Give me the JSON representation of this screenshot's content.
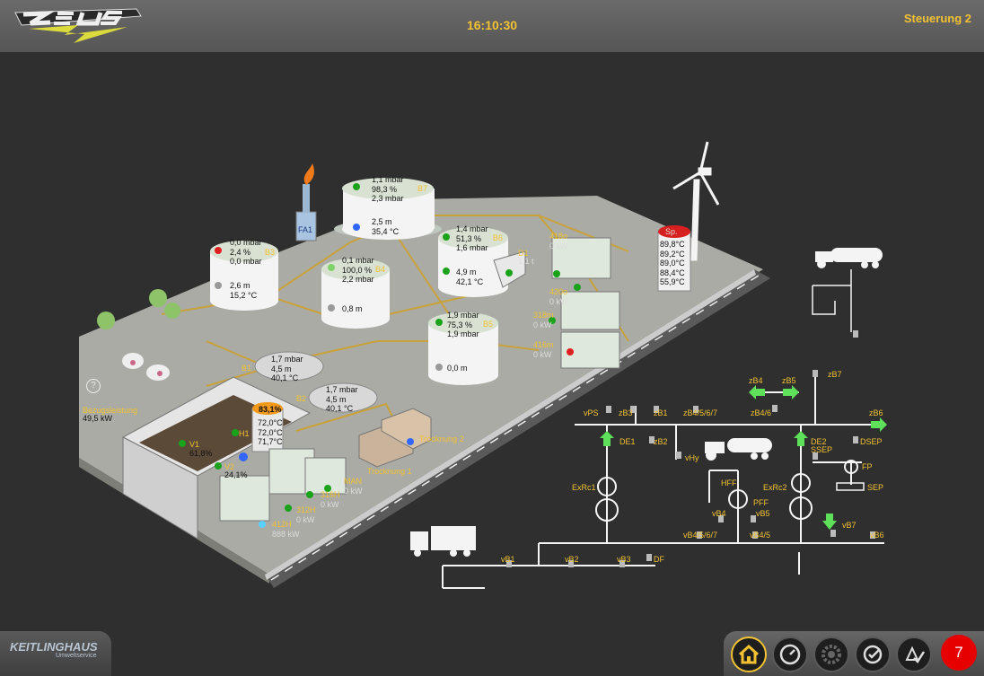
{
  "header": {
    "time": "16:10:30",
    "title": "Steuerung 2"
  },
  "brand": {
    "name": "KEITLINGHAUS",
    "sub": "Umweltservice"
  },
  "alarm_count": "7",
  "tanks": {
    "B7": {
      "name": "B7",
      "l1": "1,1 mbar",
      "l2": "98,3 %",
      "l3": "2,3 mbar",
      "l4": "2,5 m",
      "l5": "35,4 °C"
    },
    "B3": {
      "name": "B3",
      "l1": "0,0 mbar",
      "l2": "2,4 %",
      "l3": "0,0 mbar",
      "l4": "2,6 m",
      "l5": "15,2 °C"
    },
    "B4": {
      "name": "B4",
      "l1": "0,1 mbar",
      "l2": "100,0 %",
      "l3": "2,2 mbar",
      "l4": "0,8 m"
    },
    "B6": {
      "name": "B6",
      "l1": "1,4 mbar",
      "l2": "51,3 %",
      "l3": "1,6 mbar",
      "l4": "4,9 m",
      "l5": "42,1 °C"
    },
    "B5": {
      "name": "B5",
      "l1": "1,9 mbar",
      "l2": "75,3 %",
      "l3": "1,9 mbar",
      "l4": "0,0 m"
    },
    "B1": {
      "name": "B1",
      "l1": "1,7 mbar",
      "l2": "4,5 m",
      "l3": "40,1 °C"
    },
    "B2": {
      "name": "B2",
      "l1": "1,7 mbar",
      "l2": "4,5 m",
      "l3": "40,1 °C"
    },
    "FA1": "FA1",
    "D1": {
      "name": "D1",
      "value": "1,1 t"
    },
    "H1": {
      "name": "H1",
      "pct": "83,1%",
      "t1": "72,0°C",
      "t2": "72,0°C",
      "t3": "71,7°C"
    },
    "Sp": {
      "name": "Sp.",
      "t1": "89,8°C",
      "t2": "89,2°C",
      "t3": "89,0°C",
      "t4": "88,4°C",
      "t5": "55,9°C"
    }
  },
  "engines": {
    "e418o": {
      "name": "418o",
      "kw": "0 kW"
    },
    "e420o": {
      "name": "420o",
      "kw": "0 kW"
    },
    "e318m": {
      "name": "318m",
      "kw": "0 kW"
    },
    "e416m": {
      "name": "416m",
      "kw": "0 kW"
    },
    "eMAN": {
      "name": "MAN",
      "kw": "0 kW"
    },
    "e316H": {
      "name": "316H",
      "kw": "0 kW"
    },
    "e312H": {
      "name": "312H",
      "kw": "0 kW"
    },
    "e412H": {
      "name": "412H",
      "kw": "888 kW"
    }
  },
  "misc": {
    "v1": "V1",
    "v1val": "61,8%",
    "v2": "V2",
    "v2val": "24,1%",
    "bezug": "Bezugsleistung",
    "bezugval": "49,5 kW",
    "tr1": "Trocknung 1",
    "tr2": "Trocknung 2",
    "help": "?"
  },
  "schema": {
    "zB7": "zB7",
    "zB4": "zB4",
    "zB5": "zB5",
    "zB46": "zB4/6",
    "zB6": "zB6",
    "vPS": "vPS",
    "zB3": "zB3",
    "zB1": "zB1",
    "zB4567": "zB4/5/6/7",
    "zB2": "zB2",
    "DE1": "DE1",
    "DE2": "DE2",
    "SSEP": "SSEP",
    "DSEP": "DSEP",
    "FP": "FP",
    "SEP": "SEP",
    "vHy": "vHy",
    "HFF": "HFF",
    "PFF": "PFF",
    "ExRc1": "ExRc1",
    "ExRc2": "ExRc2",
    "vB4": "vB4",
    "vB5": "vB5",
    "vB4567": "vB4/5/6/7",
    "vB45": "vB4/5",
    "vB7": "vB7",
    "vB6": "vB6",
    "vB1": "vB1",
    "vB2": "vB2",
    "vB3": "vB3",
    "DF": "DF"
  }
}
